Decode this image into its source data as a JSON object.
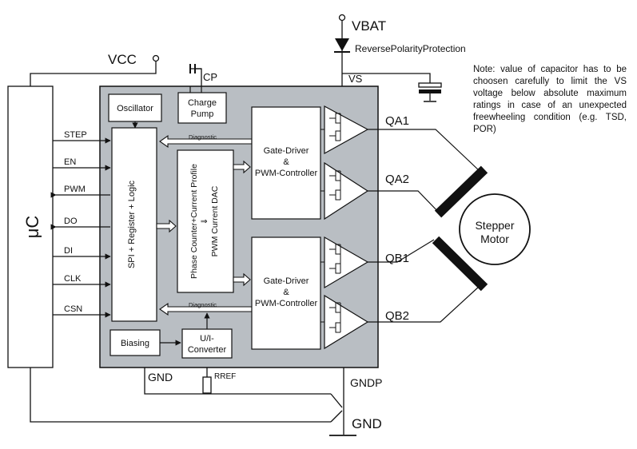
{
  "supply": {
    "vbat": "VBAT",
    "rpp": "ReversePolarityProtection",
    "vcc": "VCC",
    "cp": "CP",
    "vs": "VS"
  },
  "note": "Note: value of capacitor has to be choosen carefully to limit the VS voltage below absolute maximum ratings in case of an unexpected freewheeling condition (e.g. TSD, POR)",
  "mcu": {
    "label": "μC",
    "pins": [
      "STEP",
      "EN",
      "PWM",
      "DO",
      "DI",
      "CLK",
      "CSN"
    ]
  },
  "blocks": {
    "oscillator": "Oscillator",
    "charge_pump": [
      "Charge",
      "Pump"
    ],
    "spi_logic": "SPI + Register + Logic",
    "phase": [
      "Phase Counter+Current Profile",
      "⇓",
      "PWM Current DAC"
    ],
    "gate_driver": [
      "Gate-Driver",
      "&",
      "PWM-Controller"
    ],
    "biasing": "Biasing",
    "ui_converter": [
      "U/I-",
      "Converter"
    ],
    "diagnostic": "Diagnostic"
  },
  "outputs": [
    "QA1",
    "QA2",
    "QB1",
    "QB2"
  ],
  "motor": [
    "Stepper",
    "Motor"
  ],
  "grounds": {
    "gnd": "GND",
    "gndp": "GNDP",
    "gnd_main": "GND",
    "rref": "RREF"
  }
}
